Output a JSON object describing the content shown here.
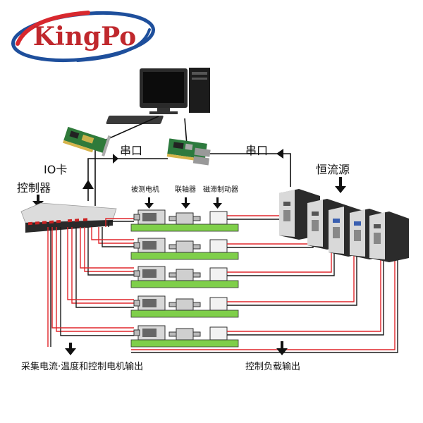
{
  "logo": {
    "text": "KingPo",
    "colors": {
      "text": "#c0282d",
      "ring_red": "#d8282e",
      "ring_blue": "#1e4f9c"
    }
  },
  "labels": {
    "io_card": "IO卡",
    "controller": "控制器",
    "serial_left": "串口",
    "serial_right": "串口",
    "power_supply": "恒流源",
    "motor_under_test": "被测电机",
    "coupling": "联轴器",
    "brake": "磁滞制动器",
    "output_left": "采集电流·温度和控制电机输出",
    "output_right": "控制负载输出"
  },
  "icons": [
    "computer-icon",
    "io-card-icon",
    "serial-card-icon",
    "controller-icon",
    "power-supply-icon",
    "motor-icon",
    "coupling-icon",
    "brake-icon",
    "arrow-down-icon"
  ],
  "colors": {
    "wire_red": "#e0262b",
    "wire_black": "#1a1a1a",
    "base_green": "#7fcf4a",
    "line": "#111111"
  }
}
